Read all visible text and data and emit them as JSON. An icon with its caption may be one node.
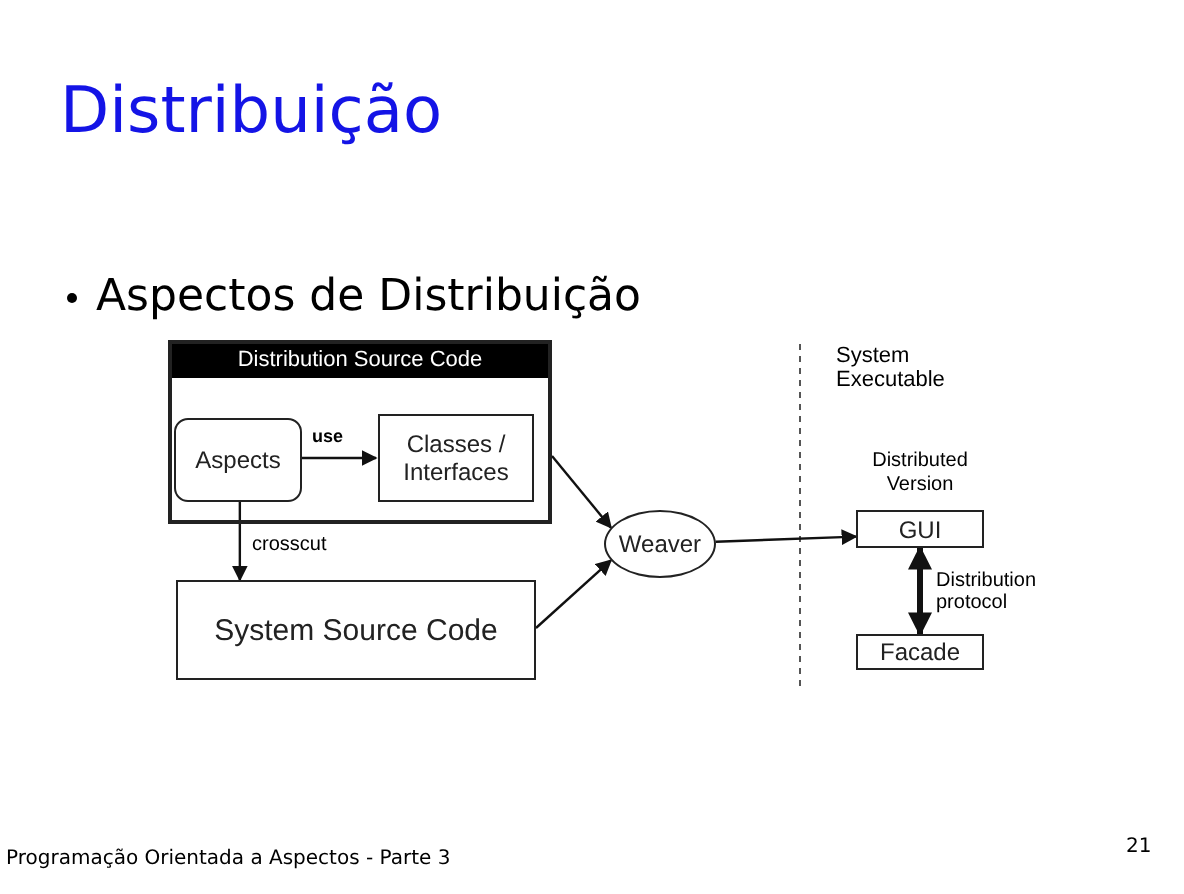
{
  "diagram": {
    "title": "Distribuição",
    "nodes": [
      {
        "text": [
          "Distribution Source Code"
        ]
      },
      {
        "text": [
          "Aspects"
        ],
        "in": 0
      },
      {
        "text": [
          "Classes / Interfaces"
        ],
        "in": 0
      },
      {
        "text": [
          "System Source Code"
        ]
      },
      {
        "text": [
          "Weaver"
        ]
      },
      {
        "text": [
          "GUI"
        ],
        "beside": [
          "Distributed Version"
        ]
      },
      {
        "text": [
          "Facade"
        ]
      }
    ],
    "edges": [
      {
        "from": 1,
        "to": 2,
        "label": "use",
        "arrow": "to"
      },
      {
        "from": 1,
        "to": 3,
        "label": "crosscut",
        "arrow": "to"
      },
      {
        "from": 0,
        "to": 4,
        "arrow": "to"
      },
      {
        "from": 3,
        "to": 4,
        "arrow": "to"
      },
      {
        "from": 4,
        "to": 5,
        "arrow": "to"
      },
      {
        "from": 5,
        "to": 6,
        "label": "Distribution protocol",
        "arrow": "both",
        "style": "thick"
      }
    ],
    "labels": [
      "Aspectos de Distribuição",
      "System Executable",
      "Programação Orientada a Aspectos - Parte 3",
      "21"
    ]
  }
}
